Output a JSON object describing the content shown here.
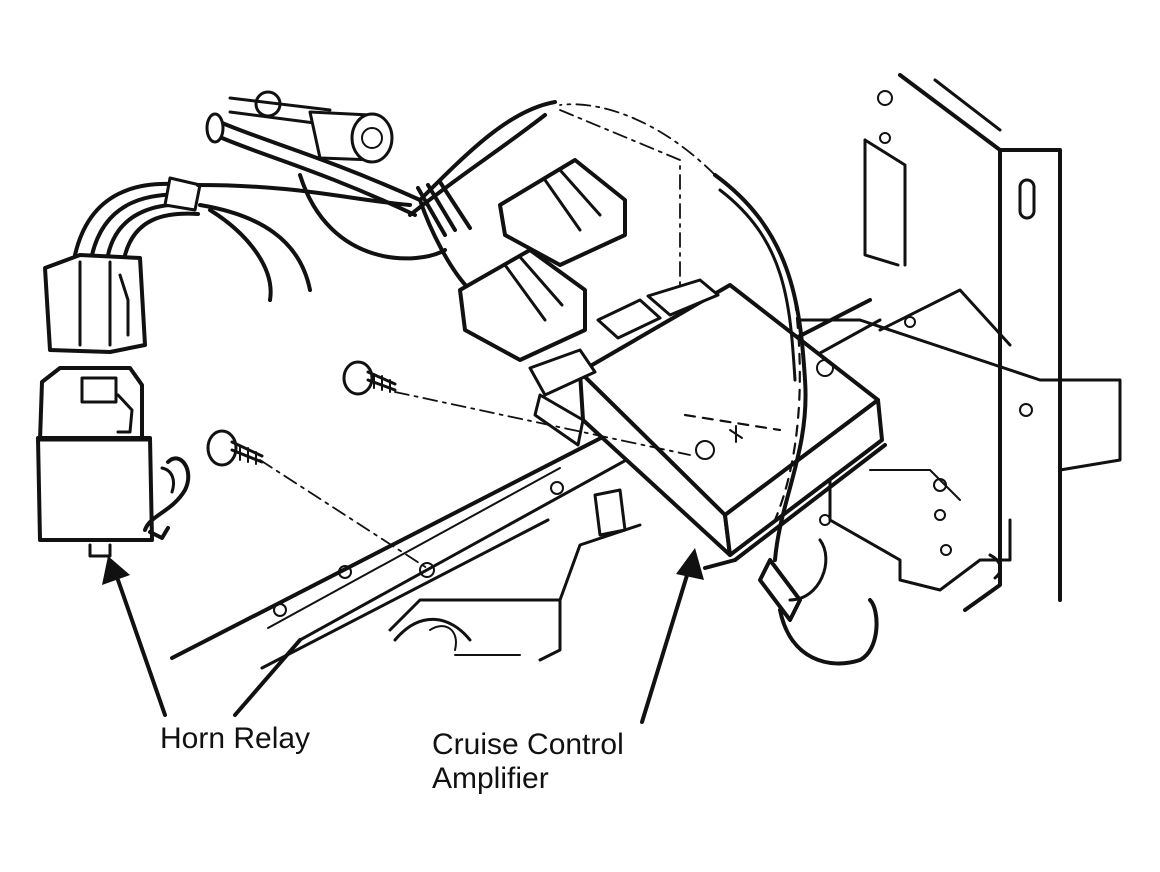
{
  "callouts": {
    "horn_relay": "Horn Relay",
    "cruise_amp_line1": "Cruise Control",
    "cruise_amp_line2": "Amplifier"
  },
  "colors": {
    "ink": "#111111",
    "background": "#ffffff"
  }
}
